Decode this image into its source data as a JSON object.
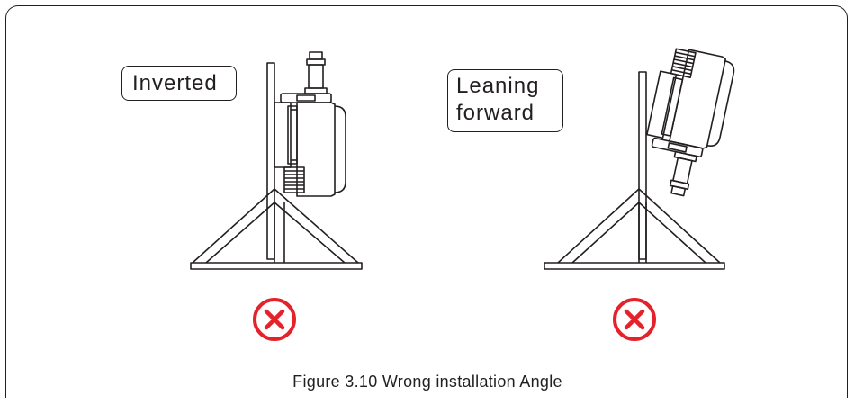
{
  "labels": {
    "inverted": "Inverted",
    "leaning_line1": "Leaning",
    "leaning_line2": "forward"
  },
  "caption": "Figure 3.10 Wrong installation Angle",
  "colors": {
    "line": "#231f20",
    "error": "#e6212a"
  },
  "icons": [
    "cross-circle-icon",
    "cross-circle-icon"
  ]
}
